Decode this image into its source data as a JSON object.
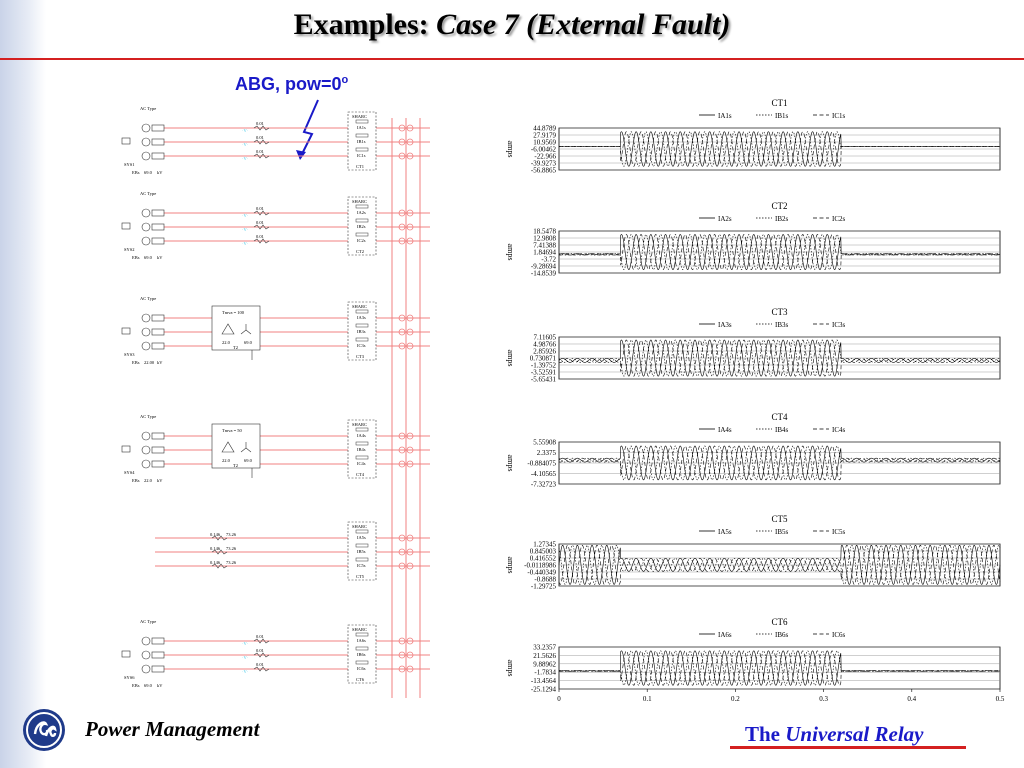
{
  "header": {
    "title_prefix": "Examples: ",
    "title_case": "Case 7 (External Fault)",
    "subtitle_main": "ABG, pow=0",
    "subtitle_sup": "o"
  },
  "footer": {
    "left_text": "Power Management",
    "right_prefix": "The ",
    "right_italic": "Universal Relay"
  },
  "colors": {
    "accent_red": "#d42020",
    "accent_blue": "#1a1ac8",
    "bus_pink": "#f08080",
    "cyan": "#40c8e8"
  },
  "schematic": {
    "blocks": [
      {
        "source": "AC Type",
        "sys": "SYS1",
        "ebs": "EBs",
        "kv": "69.0",
        "unit": "kV",
        "r": "0.01",
        "meas": "SHARC",
        "ia": "IA1s",
        "ib": "IB1s",
        "ic": "IC1s",
        "ct": "CT1"
      },
      {
        "source": "AC Type",
        "sys": "SYS2",
        "ebs": "EBs",
        "kv": "69.0",
        "unit": "kV",
        "r": "0.01",
        "meas": "SHARC",
        "ia": "IA2s",
        "ib": "IB2s",
        "ic": "IC2s",
        "ct": "CT2"
      },
      {
        "source": "AC Type",
        "sys": "SYS3",
        "ebs": "EBs",
        "kv": "22.00",
        "unit": "kV",
        "r": "0.01",
        "meas": "SHARC",
        "ia": "IA3s",
        "ib": "IB3s",
        "ic": "IC3s",
        "ct": "CT3",
        "xfmr": "Tmva = 100",
        "xkv1": "22.0",
        "xkv2": "69.0",
        "xname": "T2"
      },
      {
        "source": "AC Type",
        "sys": "SYS4",
        "ebs": "EBs",
        "kv": "22.0",
        "unit": "kV",
        "r": "0.01",
        "meas": "SHARC",
        "ia": "IA4s",
        "ib": "IB4s",
        "ic": "IC4s",
        "ct": "CT4",
        "xfmr": "Tmva = 50",
        "xkv1": "22.0",
        "xkv2": "69.0",
        "xname": "T2"
      },
      {
        "loads": [
          "0.146",
          "0.146",
          "0.146"
        ],
        "loadx": "73.26",
        "meas": "SHARC",
        "ia": "IA5s",
        "ib": "IB5s",
        "ic": "IC5s",
        "ct": "CT5"
      },
      {
        "source": "AC Type",
        "sys": "SYS6",
        "ebs": "EBs",
        "kv": "69.0",
        "unit": "kV",
        "r": "0.01",
        "meas": "SHARC",
        "ia": "IA6s",
        "ib": "IB6s",
        "ic": "IC6s",
        "ct": "CT6"
      }
    ]
  },
  "chart_data": [
    {
      "type": "line",
      "title": "CT1",
      "ylabel": "amps",
      "ylim": [
        -56.8865,
        44.8789
      ],
      "yticks": [
        "44.8789",
        "27.9179",
        "10.9569",
        "-6.00462",
        "-22.966",
        "-39.9273",
        "-56.8865"
      ],
      "amp_pre": 0,
      "amp_post": 42,
      "mean_post": -6,
      "t_fault": 0.07,
      "t_clear": 0.32,
      "amp_after": 0,
      "series": [
        {
          "name": "IA1s",
          "phase": 0,
          "style": "solid"
        },
        {
          "name": "IB1s",
          "phase": 2.094,
          "style": "dotted"
        },
        {
          "name": "IC1s",
          "phase": 4.189,
          "style": "dashed"
        }
      ]
    },
    {
      "type": "line",
      "title": "CT2",
      "ylabel": "amps",
      "ylim": [
        -14.8539,
        18.5478
      ],
      "yticks": [
        "18.5478",
        "12.9808",
        "7.41388",
        "1.84694",
        "-3.72",
        "-9.28694",
        "-14.8539"
      ],
      "amp_pre": 0.6,
      "amp_post": 14,
      "mean_post": 1.8,
      "t_fault": 0.07,
      "t_clear": 0.32,
      "amp_after": 0.6,
      "series": [
        {
          "name": "IA2s",
          "phase": 0,
          "style": "solid"
        },
        {
          "name": "IB2s",
          "phase": 2.094,
          "style": "dotted"
        },
        {
          "name": "IC2s",
          "phase": 4.189,
          "style": "dashed"
        }
      ]
    },
    {
      "type": "line",
      "title": "CT3",
      "ylabel": "amps",
      "ylim": [
        -5.65431,
        7.11605
      ],
      "yticks": [
        "7.11605",
        "4.98766",
        "2.85926",
        "0.730871",
        "-1.39752",
        "-3.52591",
        "-5.65431"
      ],
      "amp_pre": 0.6,
      "amp_post": 5.5,
      "mean_post": 0.7,
      "t_fault": 0.07,
      "t_clear": 0.32,
      "amp_after": 0.6,
      "series": [
        {
          "name": "IA3s",
          "phase": 0,
          "style": "solid"
        },
        {
          "name": "IB3s",
          "phase": 2.094,
          "style": "dotted"
        },
        {
          "name": "IC3s",
          "phase": 4.189,
          "style": "dashed"
        }
      ]
    },
    {
      "type": "line",
      "title": "CT4",
      "ylabel": "amps",
      "ylim": [
        -7.32723,
        5.55908
      ],
      "yticks": [
        "5.55908",
        "2.3375",
        "-0.884075",
        "-4.10565",
        "-7.32723"
      ],
      "amp_pre": 0.6,
      "amp_post": 5.2,
      "mean_post": -0.88,
      "t_fault": 0.07,
      "t_clear": 0.32,
      "amp_after": 0.6,
      "series": [
        {
          "name": "IA4s",
          "phase": 0,
          "style": "solid"
        },
        {
          "name": "IB4s",
          "phase": 2.094,
          "style": "dotted"
        },
        {
          "name": "IC4s",
          "phase": 4.189,
          "style": "dashed"
        }
      ]
    },
    {
      "type": "line",
      "title": "CT5",
      "ylabel": "amps",
      "ylim": [
        -1.29725,
        1.27345
      ],
      "yticks": [
        "1.27345",
        "0.845003",
        "0.416552",
        "-0.0118986",
        "-0.440349",
        "-0.8688",
        "-1.29725"
      ],
      "amp_pre": 1.2,
      "amp_post": 0.4,
      "mean_post": 0,
      "t_fault": 0.07,
      "t_clear": 0.32,
      "amp_after": 1.2,
      "series": [
        {
          "name": "IA5s",
          "phase": 0,
          "style": "solid"
        },
        {
          "name": "IB5s",
          "phase": 2.094,
          "style": "dotted"
        },
        {
          "name": "IC5s",
          "phase": 4.189,
          "style": "dashed"
        }
      ]
    },
    {
      "type": "line",
      "title": "CT6",
      "ylabel": "amps",
      "ylim": [
        -25.1294,
        33.2357
      ],
      "yticks": [
        "33.2357",
        "21.5626",
        "9.88962",
        "-1.7834",
        "-13.4564",
        "-25.1294"
      ],
      "amp_pre": 0.6,
      "amp_post": 24,
      "mean_post": 4,
      "t_fault": 0.07,
      "t_clear": 0.32,
      "amp_after": 0.6,
      "series": [
        {
          "name": "IA6s",
          "phase": 0,
          "style": "solid"
        },
        {
          "name": "IB6s",
          "phase": 2.094,
          "style": "dotted"
        },
        {
          "name": "IC6s",
          "phase": 4.189,
          "style": "dashed"
        }
      ],
      "xticks": [
        "0",
        "0.1",
        "0.2",
        "0.3",
        "0.4",
        "0.5"
      ],
      "xlim": [
        0,
        0.5
      ]
    }
  ]
}
